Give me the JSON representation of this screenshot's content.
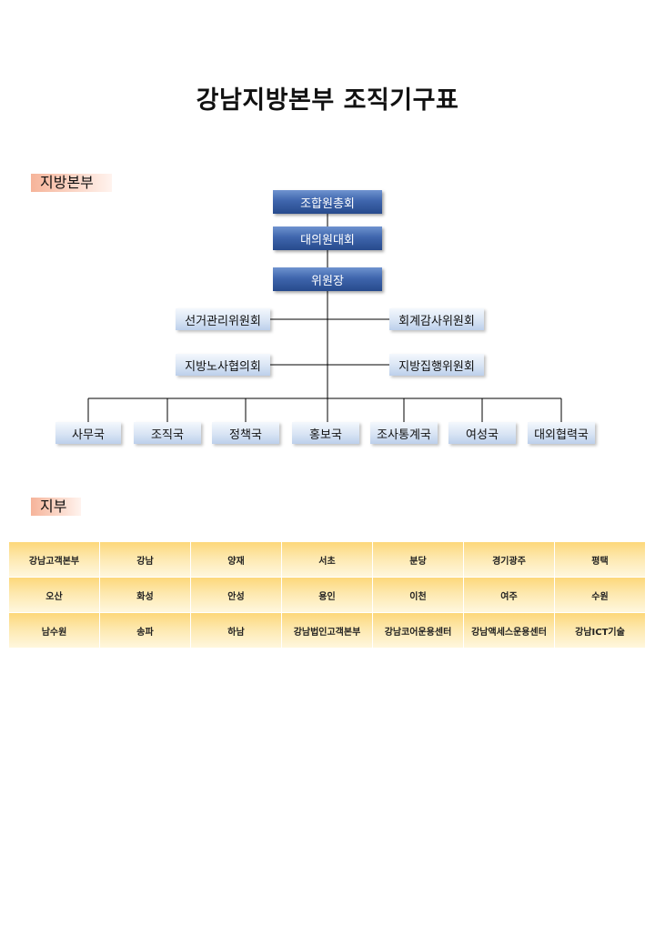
{
  "title": "강남지방본부 조직기구표",
  "sections": {
    "regional_hq": "지방본부",
    "branches": "지부"
  },
  "chart": {
    "top": [
      "조합원총회",
      "대의원대회",
      "위원장"
    ],
    "committees_left": [
      "선거관리위원회",
      "지방노사협의회"
    ],
    "committees_right": [
      "회계감사위원회",
      "지방집행위원회"
    ],
    "departments": [
      "사무국",
      "조직국",
      "정책국",
      "홍보국",
      "조사통계국",
      "여성국",
      "대외협력국"
    ]
  },
  "branches": [
    [
      "강남고객본부",
      "강남",
      "양재",
      "서초",
      "분당",
      "경기광주",
      "평택"
    ],
    [
      "오산",
      "화성",
      "안성",
      "용인",
      "이천",
      "여주",
      "수원"
    ],
    [
      "남수원",
      "송파",
      "하남",
      "강남법인고객본부",
      "강남코어운용센터",
      "강남액세스운용센터",
      "강남ICT기술"
    ]
  ],
  "colors": {
    "dark_box": "#3f66ad",
    "light_box": "#d8e4f4",
    "branch_cell": "#fde8ae",
    "section_label": "#f6b49a"
  }
}
